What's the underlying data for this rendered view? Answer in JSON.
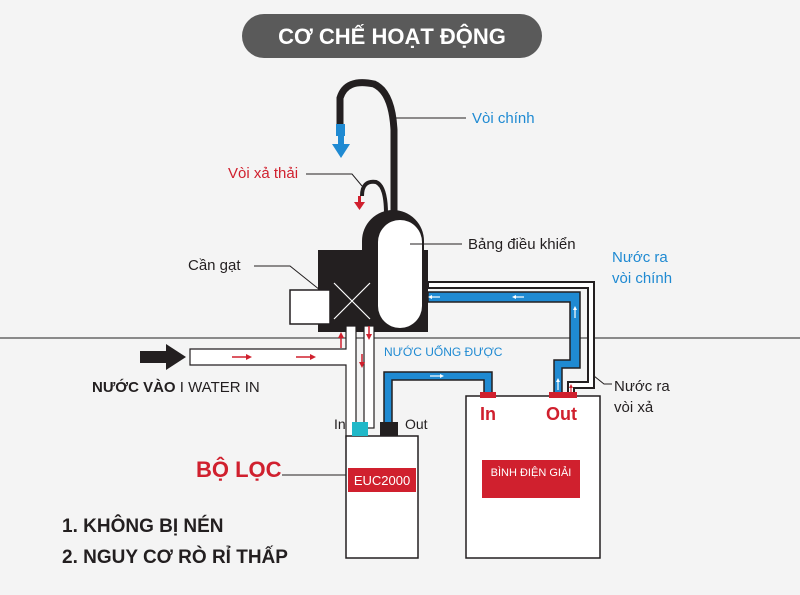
{
  "title": "CƠ CHẾ HOẠT ĐỘNG",
  "labels": {
    "main_faucet": "Vòi chính",
    "waste_faucet": "Vòi xả thải",
    "control_panel": "Bảng điều khiển",
    "lever": "Cần gạt",
    "main_outlet_line1": "Nước ra",
    "main_outlet_line2": "vòi chính",
    "drinking_water": "NƯỚC UỐNG ĐƯỢC",
    "waste_outlet_line1": "Nước ra",
    "waste_outlet_line2": "vòi xả",
    "water_in_bold": "NƯỚC VÀO",
    "water_in_rest": " I WATER IN",
    "filter_in": "In",
    "filter_out": "Out",
    "filter_title": "BỘ LỌC",
    "filter_model": "EUC2000",
    "electrolyzer_in": "In",
    "electrolyzer_out": "Out",
    "electrolyzer_name": "BÌNH ĐIỆN GIẢI"
  },
  "benefits": [
    "1. KHÔNG BỊ NÉN",
    "2. NGUY CƠ RÒ RỈ THẤP"
  ],
  "colors": {
    "blue": "#1f8ad2",
    "red": "#d0202e",
    "dark": "#231f20",
    "title_bg": "#5a5a5a"
  }
}
